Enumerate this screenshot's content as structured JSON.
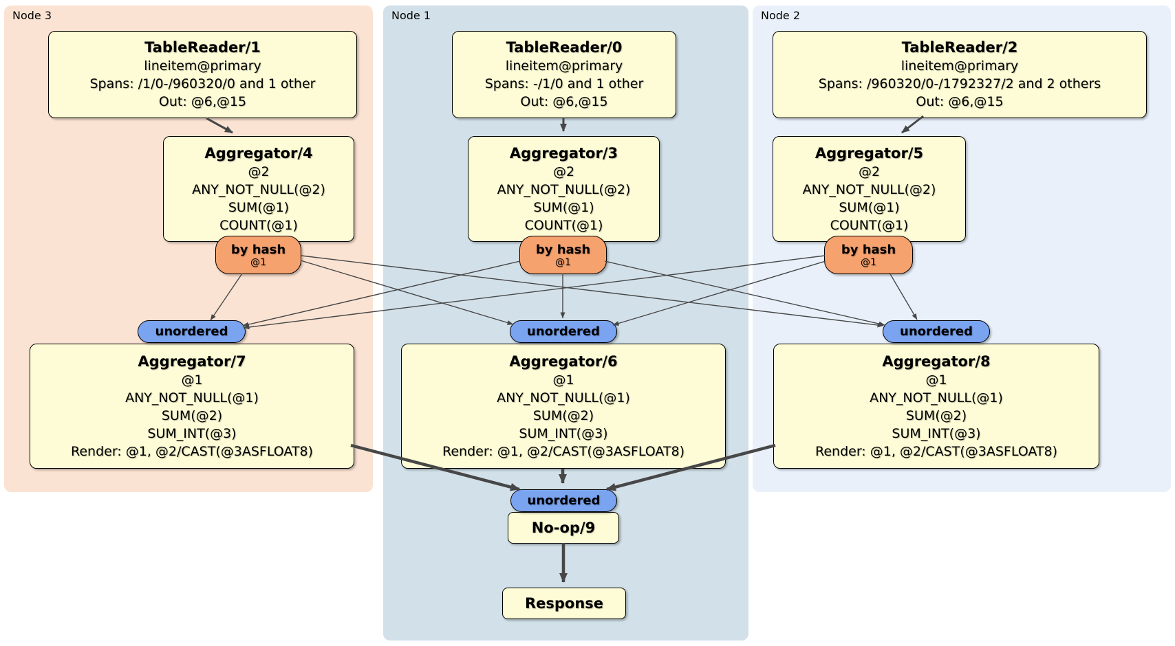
{
  "panels": {
    "node3": {
      "label": "Node 3",
      "bg": "#fbe3d3"
    },
    "node1": {
      "label": "Node 1",
      "bg": "#d2e0e9"
    },
    "node2": {
      "label": "Node 2",
      "bg": "#e9f0fa"
    }
  },
  "processors": {
    "tr1": {
      "title": "TableReader/1",
      "lines": [
        "lineitem@primary",
        "Spans: /1/0-/960320/0 and 1 other",
        "Out: @6,@15"
      ]
    },
    "tr0": {
      "title": "TableReader/0",
      "lines": [
        "lineitem@primary",
        "Spans: -/1/0 and 1 other",
        "Out: @6,@15"
      ]
    },
    "tr2": {
      "title": "TableReader/2",
      "lines": [
        "lineitem@primary",
        "Spans: /960320/0-/1792327/2 and 2 others",
        "Out: @6,@15"
      ]
    },
    "agg4": {
      "title": "Aggregator/4",
      "lines": [
        "@2",
        "ANY_NOT_NULL(@2)",
        "SUM(@1)",
        "COUNT(@1)"
      ]
    },
    "agg3": {
      "title": "Aggregator/3",
      "lines": [
        "@2",
        "ANY_NOT_NULL(@2)",
        "SUM(@1)",
        "COUNT(@1)"
      ]
    },
    "agg5": {
      "title": "Aggregator/5",
      "lines": [
        "@2",
        "ANY_NOT_NULL(@2)",
        "SUM(@1)",
        "COUNT(@1)"
      ]
    },
    "agg7": {
      "title": "Aggregator/7",
      "lines": [
        "@1",
        "ANY_NOT_NULL(@1)",
        "SUM(@2)",
        "SUM_INT(@3)",
        "Render: @1, @2/CAST(@3ASFLOAT8)"
      ]
    },
    "agg6": {
      "title": "Aggregator/6",
      "lines": [
        "@1",
        "ANY_NOT_NULL(@1)",
        "SUM(@2)",
        "SUM_INT(@3)",
        "Render: @1, @2/CAST(@3ASFLOAT8)"
      ]
    },
    "agg8": {
      "title": "Aggregator/8",
      "lines": [
        "@1",
        "ANY_NOT_NULL(@1)",
        "SUM(@2)",
        "SUM_INT(@3)",
        "Render: @1, @2/CAST(@3ASFLOAT8)"
      ]
    },
    "noop": {
      "title": "No-op/9"
    },
    "response": {
      "title": "Response"
    }
  },
  "routers": {
    "hash_node3": {
      "label": "by hash",
      "key": "@1"
    },
    "hash_node1": {
      "label": "by hash",
      "key": "@1"
    },
    "hash_node2": {
      "label": "by hash",
      "key": "@1"
    }
  },
  "syncs": {
    "left": {
      "label": "unordered"
    },
    "middle": {
      "label": "unordered"
    },
    "right": {
      "label": "unordered"
    },
    "final": {
      "label": "unordered"
    }
  },
  "colors": {
    "processor_fill": "#fdfcd6",
    "router_fill": "#f6a26f",
    "sync_fill": "#7aa3f0",
    "edge": "#474747",
    "panel_node3": "#fbe3d3",
    "panel_node1": "#d2e0e9",
    "panel_node2": "#e9f0fa"
  }
}
